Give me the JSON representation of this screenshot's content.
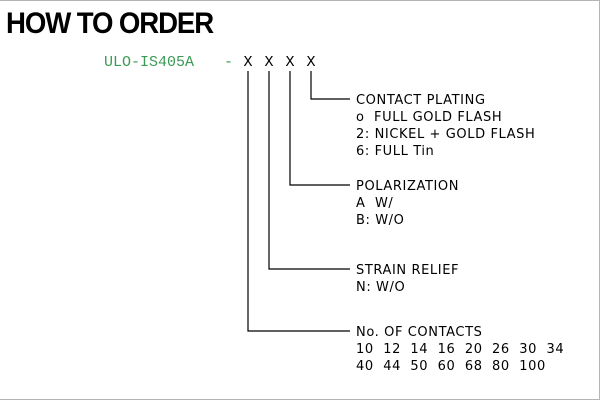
{
  "title": "HOW TO ORDER",
  "part_prefix": "ULO-IS405A",
  "separator": "-",
  "slot_char": "X",
  "colors": {
    "title": "#000000",
    "part_prefix": "#3a9a55",
    "leader_line": "#000000",
    "frame": "#b5b5b5"
  },
  "fields": [
    {
      "heading": "CONTACT PLATING",
      "options": [
        "o  FULL GOLD FLASH",
        "2: NICKEL + GOLD FLASH",
        "6: FULL Tin"
      ]
    },
    {
      "heading": "POLARIZATION",
      "options": [
        "A  W/",
        "B: W/O"
      ]
    },
    {
      "heading": "STRAIN RELIEF",
      "options": [
        "N: W/O"
      ]
    },
    {
      "heading": "No. OF CONTACTS",
      "options": [
        "10  12  14  16  20  26  30  34",
        "40  44  50  60  68  80  100"
      ]
    }
  ]
}
